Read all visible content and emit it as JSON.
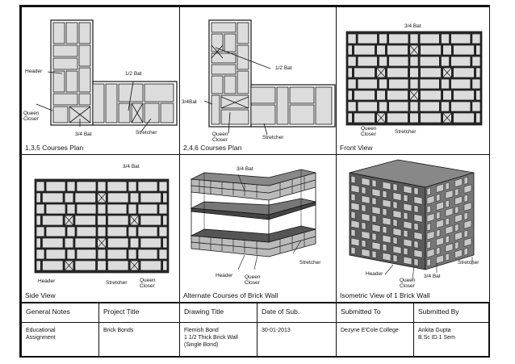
{
  "panels": {
    "p1": {
      "caption": "1,3,5 Courses Plan",
      "labels": {
        "header": "Header",
        "half_bat": "1/2 Bat",
        "queen_closer": "Queen\nCloser",
        "three_quarter_bat": "3/4 Bat",
        "stretcher": "Stretcher"
      }
    },
    "p2": {
      "caption": "2,4,6  Courses Plan",
      "labels": {
        "half_bat": "1/2 Bat",
        "three_quarter_bat": "3/4Bat",
        "queen_closer": "Queen\nCloser",
        "stretcher": "Stretcher"
      }
    },
    "p3": {
      "caption": "Front View",
      "labels": {
        "three_quarter_bat": "3/4 Bat",
        "queen_closer": "Queen\nCloser",
        "stretcher": "Stretcher"
      }
    },
    "p4": {
      "caption": "Side View",
      "labels": {
        "three_quarter_bat": "3/4 Bat",
        "header": "Header",
        "stretcher": "Stretcher",
        "queen_closer": "Queen\nCloser"
      }
    },
    "p5": {
      "caption": "Alternate Courses of Brick Wall",
      "labels": {
        "three_quarter_bat": "3/4 Bat",
        "stretcher": "Stretcher",
        "header": "Header",
        "queen_closer": "Queen\nCloser"
      }
    },
    "p6": {
      "caption": "Isometric View of 1 Brick Wall",
      "labels": {
        "header": "Header",
        "queen_closer": "Queen\nCloser",
        "three_quarter_bat": "3/4 Bat",
        "stretcher": "Stretcher"
      }
    }
  },
  "title_block": {
    "headers": [
      "General Notes",
      "Project Title",
      "Drawing Title",
      "Date of Sub.",
      "Submitted To",
      "Submitted By"
    ],
    "values": [
      "Educational\nAssignment",
      "Brick Bonds",
      "Flemish Bond\n1 1/2 Thick Brick Wall\n(Single Bond)",
      "30-01-2013",
      "Dezyne E'Cole College",
      "Ankita Gupta\nB.Sc ID 1 Sem"
    ]
  },
  "colors": {
    "brick_face": "#dcdcdc",
    "brick_dark": "#555555",
    "mortar": "#2a2a2a",
    "line": "#111111"
  }
}
